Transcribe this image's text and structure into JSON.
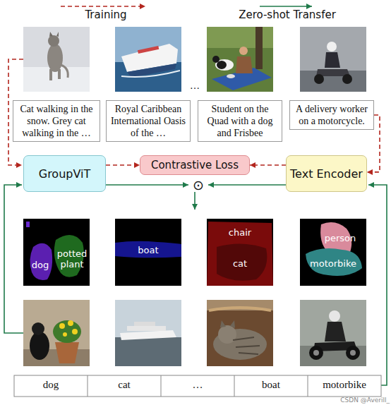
{
  "diagram": {
    "nodes": [
      {
        "text": [
          "Cat walking in the snow. Grey cat walking in the …"
        ]
      },
      {
        "text": [
          "Royal Caribbean International Oasis of the …"
        ]
      },
      {
        "text": [
          "Student on the Quad with a dog and Frisbee"
        ]
      },
      {
        "text": [
          "A delivery worker on a motorcycle."
        ]
      },
      {
        "text": [
          "GroupViT"
        ]
      },
      {
        "text": [
          "Contrastive Loss"
        ]
      },
      {
        "text": [
          "Text Encoder"
        ]
      },
      {
        "text": [
          "⊙"
        ]
      },
      {
        "text": [
          "dog",
          "potted plant"
        ]
      },
      {
        "text": [
          "boat"
        ]
      },
      {
        "text": [
          "chair",
          "cat"
        ]
      },
      {
        "text": [
          "person",
          "motorbike"
        ]
      }
    ],
    "edges": [
      {
        "from": 3,
        "to": 6,
        "arrow": "to"
      },
      {
        "from": 4,
        "to": 5,
        "arrow": "to"
      },
      {
        "from": 6,
        "to": 5,
        "arrow": "to"
      },
      {
        "from": 4,
        "to": 7,
        "arrow": "to"
      },
      {
        "from": 6,
        "to": 7,
        "arrow": "to"
      }
    ],
    "labels": [
      "Training",
      "Zero-shot Transfer",
      "…",
      "dog",
      "cat",
      "…",
      "boat",
      "motorbike",
      "CSDN @Averill_"
    ]
  }
}
